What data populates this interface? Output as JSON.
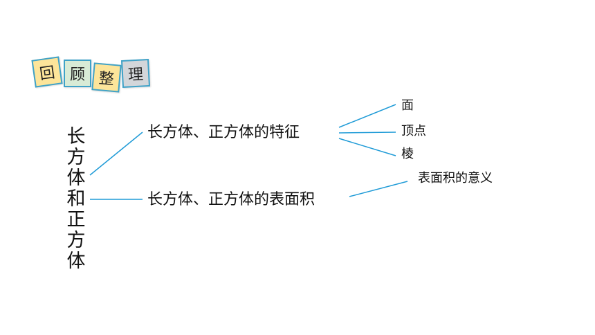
{
  "header": {
    "badges": [
      {
        "char": "回",
        "bg": "#fde59a"
      },
      {
        "char": "顾",
        "bg": "#d8ebd6"
      },
      {
        "char": "整",
        "bg": "#fde59a"
      },
      {
        "char": "理",
        "bg": "#d3d6da"
      }
    ]
  },
  "diagram": {
    "root": "长方体和正方体",
    "branches": [
      {
        "label": "长方体、正方体的特征",
        "leaves": [
          "面",
          "顶点",
          "棱"
        ]
      },
      {
        "label": "长方体、正方体的表面积",
        "leaves": [
          "表面积的意义"
        ]
      }
    ],
    "line_color": "#1f9bd7"
  }
}
